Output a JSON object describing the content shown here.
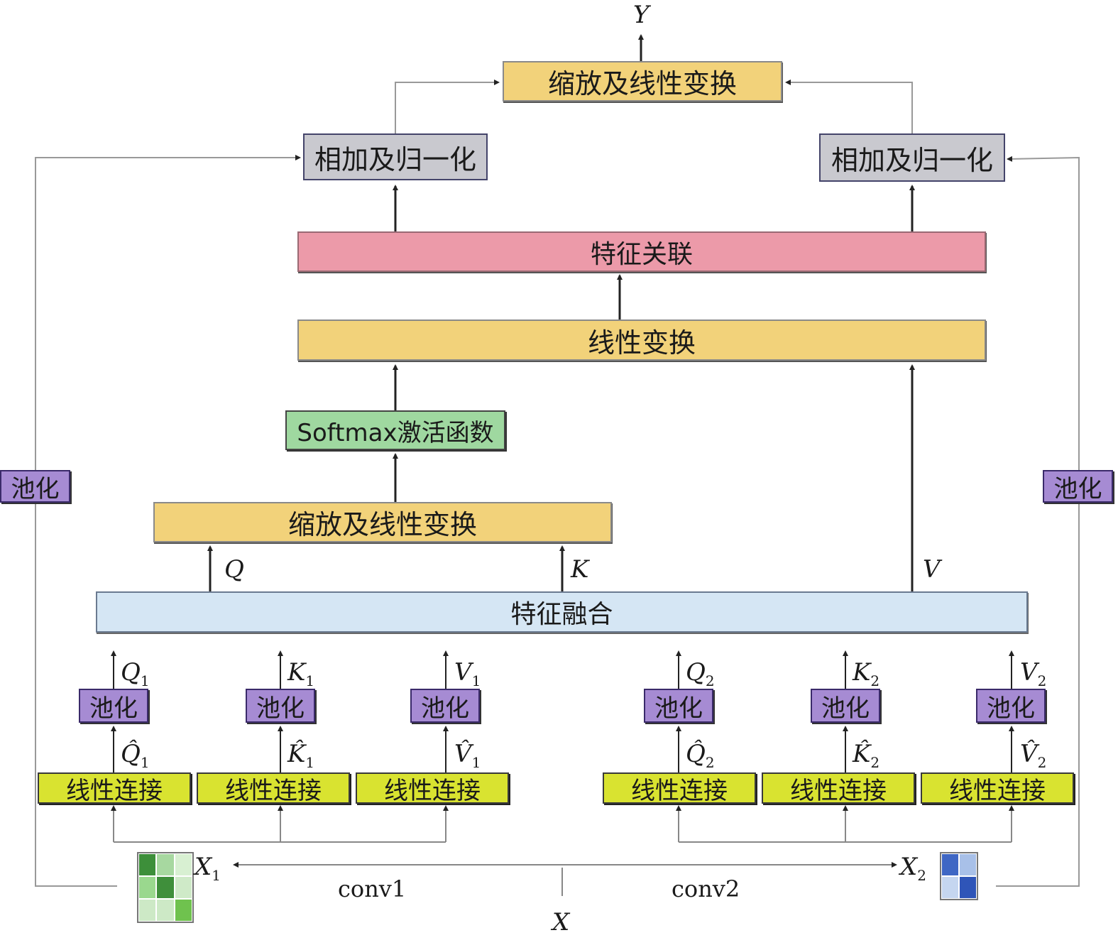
{
  "top_output": "Y",
  "top_transform": "缩放及线性变换",
  "add_norm_left": "相加及归一化",
  "add_norm_right": "相加及归一化",
  "feature_assoc": "特征关联",
  "linear_transform": "线性变换",
  "softmax": "Softmax激活函数",
  "scale_transform": "缩放及线性变换",
  "feature_fusion": "特征融合",
  "pool_side_left": "池化",
  "pool_side_right": "池化",
  "q_label": "Q",
  "k_label": "K",
  "v_label": "V",
  "branches": [
    {
      "pool": "池化",
      "linear": "线性连接",
      "out_var": "Q",
      "out_sub": "1",
      "in_var": "Q̂",
      "in_sub": "1"
    },
    {
      "pool": "池化",
      "linear": "线性连接",
      "out_var": "K",
      "out_sub": "1",
      "in_var": "K̂",
      "in_sub": "1"
    },
    {
      "pool": "池化",
      "linear": "线性连接",
      "out_var": "V",
      "out_sub": "1",
      "in_var": "V̂",
      "in_sub": "1"
    },
    {
      "pool": "池化",
      "linear": "线性连接",
      "out_var": "Q",
      "out_sub": "2",
      "in_var": "Q̂",
      "in_sub": "2"
    },
    {
      "pool": "池化",
      "linear": "线性连接",
      "out_var": "K",
      "out_sub": "2",
      "in_var": "K̂",
      "in_sub": "2"
    },
    {
      "pool": "池化",
      "linear": "线性连接",
      "out_var": "V",
      "out_sub": "2",
      "in_var": "V̂",
      "in_sub": "2"
    }
  ],
  "x1_var": "X",
  "x1_sub": "1",
  "x2_var": "X",
  "x2_sub": "2",
  "conv1": "conv1",
  "conv2": "conv2",
  "x_input": "X",
  "colors": {
    "green_grid": [
      "#3d8f3a",
      "#a7d8a0",
      "#d8f0d2",
      "#9ad88e",
      "#3f8f3b",
      "#cfeac8",
      "#cde9c6",
      "#cde9c6",
      "#6fc24e"
    ],
    "blue_grid": [
      "#3f67c4",
      "#a8c0e8",
      "#c5d6f0",
      "#2f55b8"
    ]
  }
}
